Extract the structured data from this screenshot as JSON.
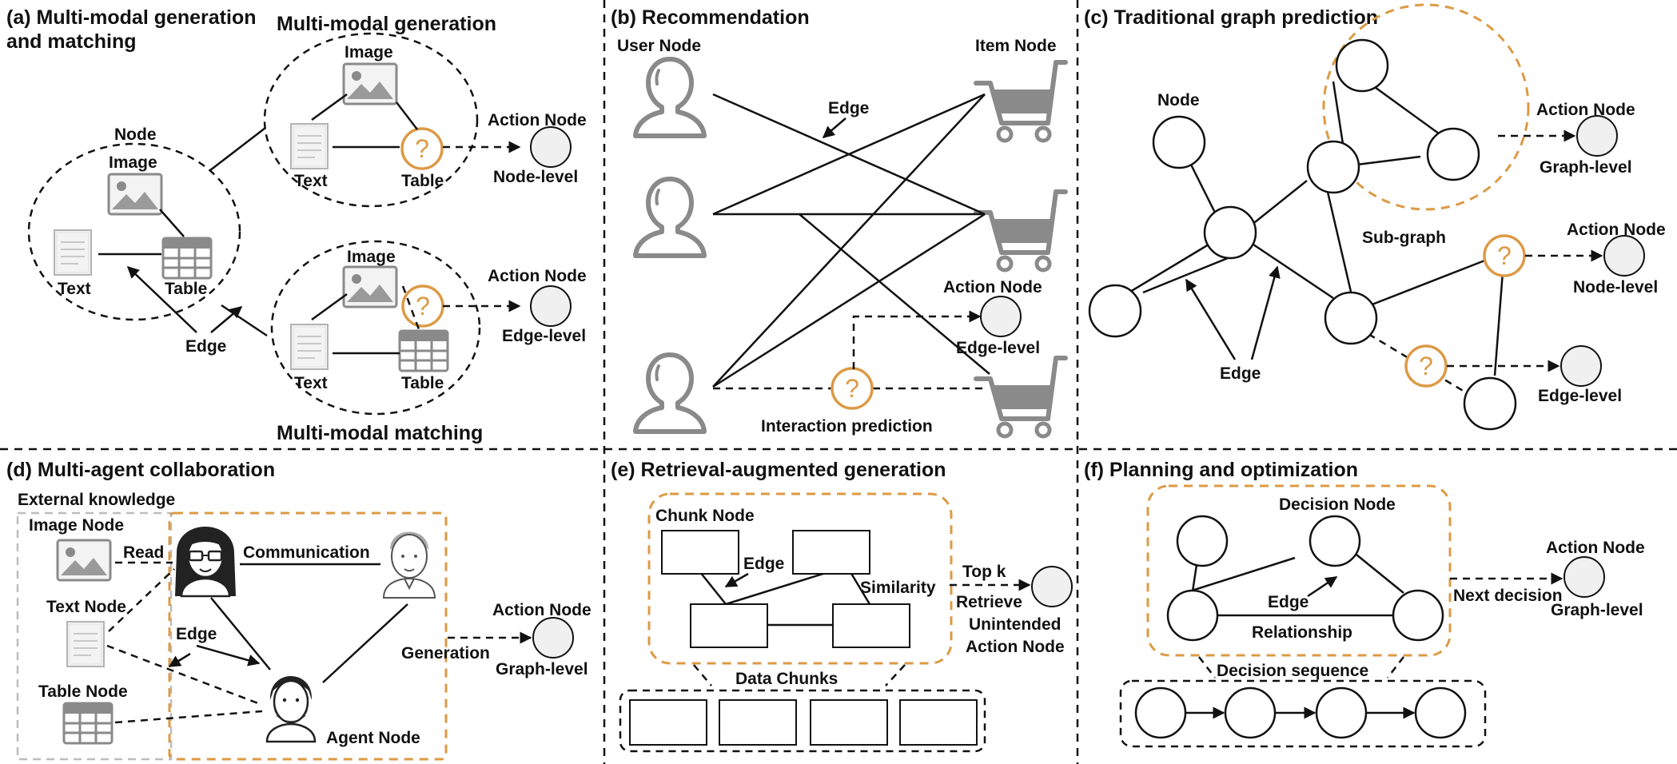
{
  "colors": {
    "accent": "#DC9A45",
    "icon": "#8a8a8a",
    "action": "#f0f0f0"
  },
  "panels": {
    "a": {
      "title_line1": "(a) Multi-modal generation",
      "title_line2": "and matching",
      "gen_title": "Multi-modal generation",
      "match_title": "Multi-modal matching",
      "node": "Node",
      "image": "Image",
      "text": "Text",
      "table": "Table",
      "edge": "Edge",
      "action_node": "Action Node",
      "node_level": "Node-level",
      "edge_level": "Edge-level"
    },
    "b": {
      "title": "(b) Recommendation",
      "user_node": "User Node",
      "item_node": "Item Node",
      "edge": "Edge",
      "action_node": "Action Node",
      "edge_level": "Edge-level",
      "interaction": "Interaction prediction"
    },
    "c": {
      "title": "(c) Traditional graph prediction",
      "node": "Node",
      "edge": "Edge",
      "subgraph": "Sub-graph",
      "action_node": "Action Node",
      "graph_level": "Graph-level",
      "node_level": "Node-level",
      "edge_level": "Edge-level"
    },
    "d": {
      "title": "(d) Multi-agent collaboration",
      "external": "External knowledge",
      "image_node": "Image Node",
      "text_node": "Text Node",
      "table_node": "Table Node",
      "read": "Read",
      "communication": "Communication",
      "edge": "Edge",
      "agent_node": "Agent Node",
      "generation": "Generation",
      "action_node": "Action Node",
      "graph_level": "Graph-level"
    },
    "e": {
      "title": "(e) Retrieval-augmented generation",
      "chunk_node": "Chunk Node",
      "edge": "Edge",
      "similarity": "Similarity",
      "top_k": "Top k",
      "retrieve": "Retrieve",
      "unintended": "Unintended",
      "action_node": "Action Node",
      "data_chunks": "Data Chunks"
    },
    "f": {
      "title": "(f) Planning and optimization",
      "decision_node": "Decision Node",
      "edge": "Edge",
      "relationship": "Relationship",
      "decision_sequence": "Decision sequence",
      "next_decision": "Next decision",
      "action_node": "Action Node",
      "graph_level": "Graph-level"
    }
  }
}
